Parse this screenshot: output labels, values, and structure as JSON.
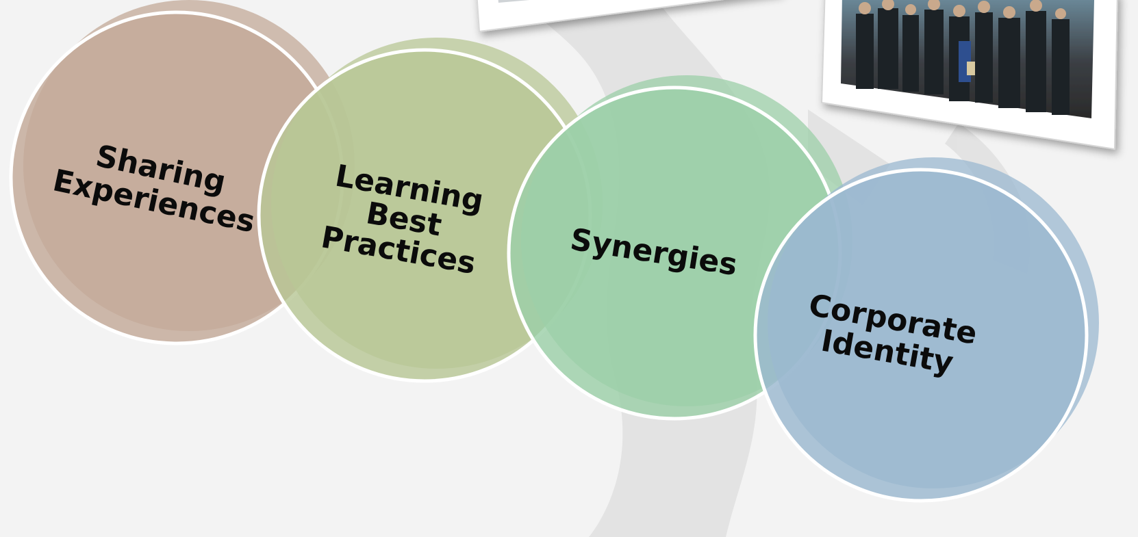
{
  "diagram": {
    "circles": [
      {
        "label_lines": [
          "Sharing",
          "Experiences"
        ],
        "color": "#c3aa98"
      },
      {
        "label_lines": [
          "Learning",
          "Best",
          "Practices"
        ],
        "color": "#b8c796"
      },
      {
        "label_lines": [
          "Synergies"
        ],
        "color": "#9ccfa8"
      },
      {
        "label_lines": [
          "Corporate",
          "Identity"
        ],
        "color": "#9bb8d0"
      }
    ]
  },
  "colors": {
    "background": "#f3f3f3",
    "circle_outline": "#ffffff",
    "text": "#0b0b0b",
    "frame": "#ffffff"
  }
}
